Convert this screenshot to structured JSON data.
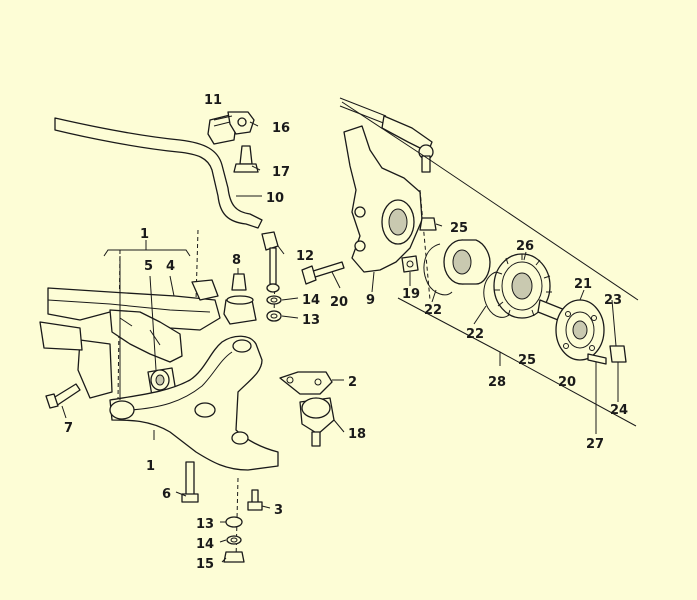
{
  "diagram": {
    "labels": [
      {
        "id": "l-1-top",
        "text": "1"
      },
      {
        "id": "l-1-bottom",
        "text": "1"
      },
      {
        "id": "l-2",
        "text": "2"
      },
      {
        "id": "l-3",
        "text": "3"
      },
      {
        "id": "l-4",
        "text": "4"
      },
      {
        "id": "l-5",
        "text": "5"
      },
      {
        "id": "l-6",
        "text": "6"
      },
      {
        "id": "l-7",
        "text": "7"
      },
      {
        "id": "l-8",
        "text": "8"
      },
      {
        "id": "l-9",
        "text": "9"
      },
      {
        "id": "l-10",
        "text": "10"
      },
      {
        "id": "l-11",
        "text": "11"
      },
      {
        "id": "l-12",
        "text": "12"
      },
      {
        "id": "l-13-upper",
        "text": "13"
      },
      {
        "id": "l-13-lower",
        "text": "13"
      },
      {
        "id": "l-14-upper",
        "text": "14"
      },
      {
        "id": "l-14-lower",
        "text": "14"
      },
      {
        "id": "l-15",
        "text": "15"
      },
      {
        "id": "l-16",
        "text": "16"
      },
      {
        "id": "l-17",
        "text": "17"
      },
      {
        "id": "l-18",
        "text": "18"
      },
      {
        "id": "l-19",
        "text": "19"
      },
      {
        "id": "l-20-left",
        "text": "20"
      },
      {
        "id": "l-20-right",
        "text": "20"
      },
      {
        "id": "l-21",
        "text": "21"
      },
      {
        "id": "l-22-a",
        "text": "22"
      },
      {
        "id": "l-22-b",
        "text": "22"
      },
      {
        "id": "l-23",
        "text": "23"
      },
      {
        "id": "l-24",
        "text": "24"
      },
      {
        "id": "l-25-upper",
        "text": "25"
      },
      {
        "id": "l-25-lower",
        "text": "25"
      },
      {
        "id": "l-26",
        "text": "26"
      },
      {
        "id": "l-27",
        "text": "27"
      },
      {
        "id": "l-28",
        "text": "28"
      }
    ]
  }
}
